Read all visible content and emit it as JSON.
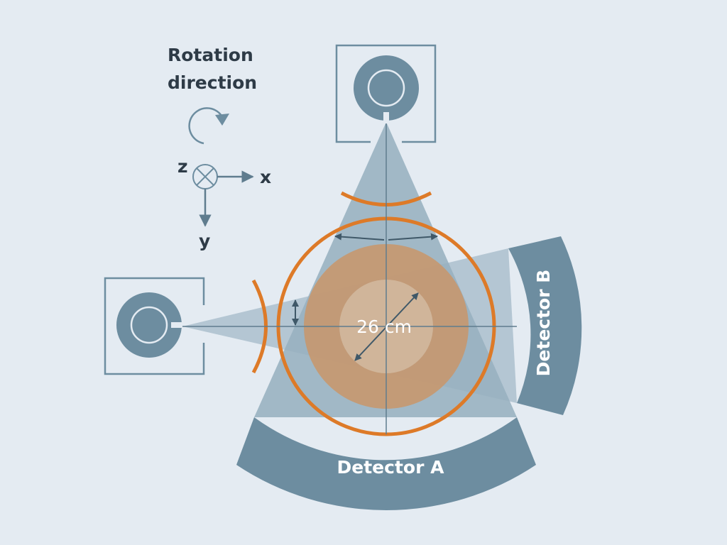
{
  "rotation": {
    "line1": "Rotation",
    "line2": "direction"
  },
  "axes": {
    "x": "x",
    "y": "y",
    "z": "z"
  },
  "measurement": {
    "label": "26 cm"
  },
  "detectors": {
    "a": "Detector A",
    "b": "Detector B"
  },
  "colors": {
    "background": "#e4ebf2",
    "steel": "#6d8da0",
    "beam": "#9fb7c6",
    "orange": "#dd7a28",
    "patient": "#d49a68",
    "line": "#5f7c8e"
  },
  "icons": [
    "rotation-arrow-icon",
    "z-axis-into-page-icon",
    "x-ray-tube-icon"
  ]
}
